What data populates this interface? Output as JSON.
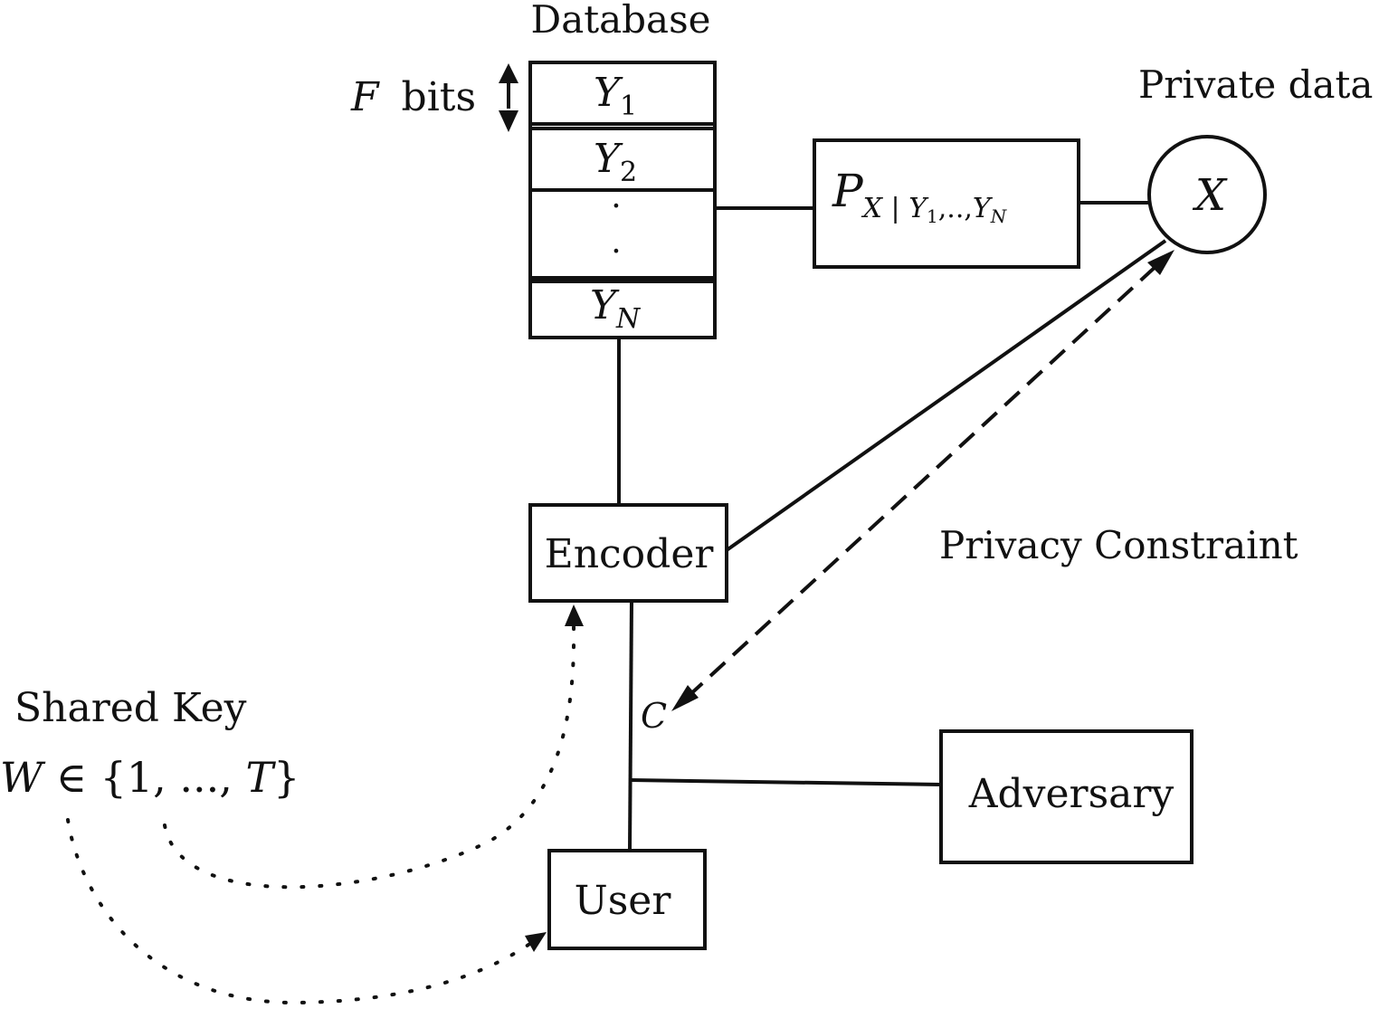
{
  "database": {
    "title": "Database",
    "size_label_var": "F",
    "size_label_unit": "bits",
    "rows": [
      {
        "base": "Y",
        "sub": "1"
      },
      {
        "base": "Y",
        "sub": "2"
      },
      {
        "base": "·"
      },
      {
        "base": "·"
      },
      {
        "base": "Y",
        "sub": "N"
      }
    ]
  },
  "channel": {
    "base": "P",
    "sub": "X | Y₁,..,Y_N",
    "sub_parts": [
      "X | ",
      "Y",
      "1",
      ",..,",
      "Y",
      "N"
    ]
  },
  "private_data": {
    "title": "Private data",
    "symbol": "X"
  },
  "encoder": {
    "label": "Encoder"
  },
  "privacy": {
    "label": "Privacy Constraint"
  },
  "codeword": {
    "symbol": "C"
  },
  "adversary": {
    "label": "Adversary"
  },
  "user": {
    "label": "User"
  },
  "shared_key": {
    "title": "Shared Key",
    "expr_var": "W",
    "expr_in": " ∈ {1, ..., ",
    "expr_end_var": "T",
    "expr_close": "}"
  },
  "colors": {
    "stroke": "#111111",
    "background": "#ffffff"
  }
}
